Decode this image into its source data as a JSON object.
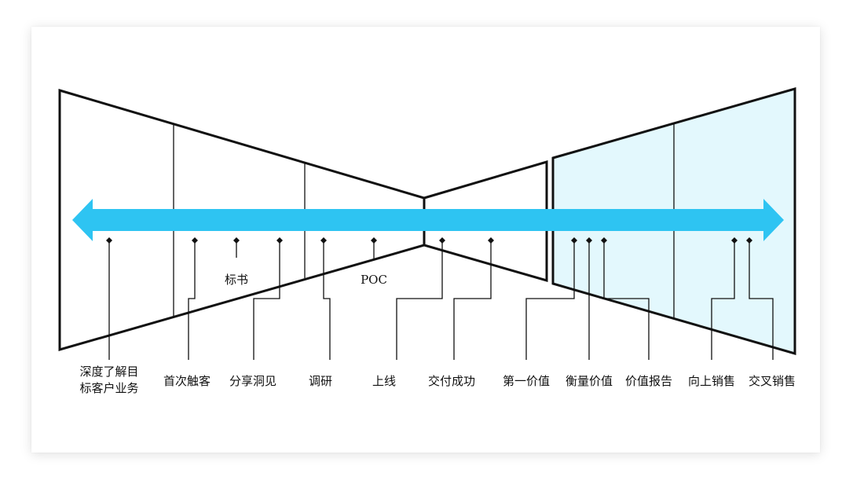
{
  "colors": {
    "arrow": "#2ec4f2",
    "right_shape_fill": "#e3f8fd",
    "line": "#111111"
  },
  "labels": {
    "deep_understand_line1": "深度了解目",
    "deep_understand_line2": "标客户业务",
    "first_contact": "首次触客",
    "share_insight": "分享洞见",
    "research": "调研",
    "launch": "上线",
    "delivery_success": "交付成功",
    "first_value": "第一价值",
    "measure_value": "衡量价值",
    "value_report": "价值报告",
    "upsell": "向上销售",
    "cross_sell": "交叉销售",
    "bid": "标书",
    "poc": "POC"
  }
}
